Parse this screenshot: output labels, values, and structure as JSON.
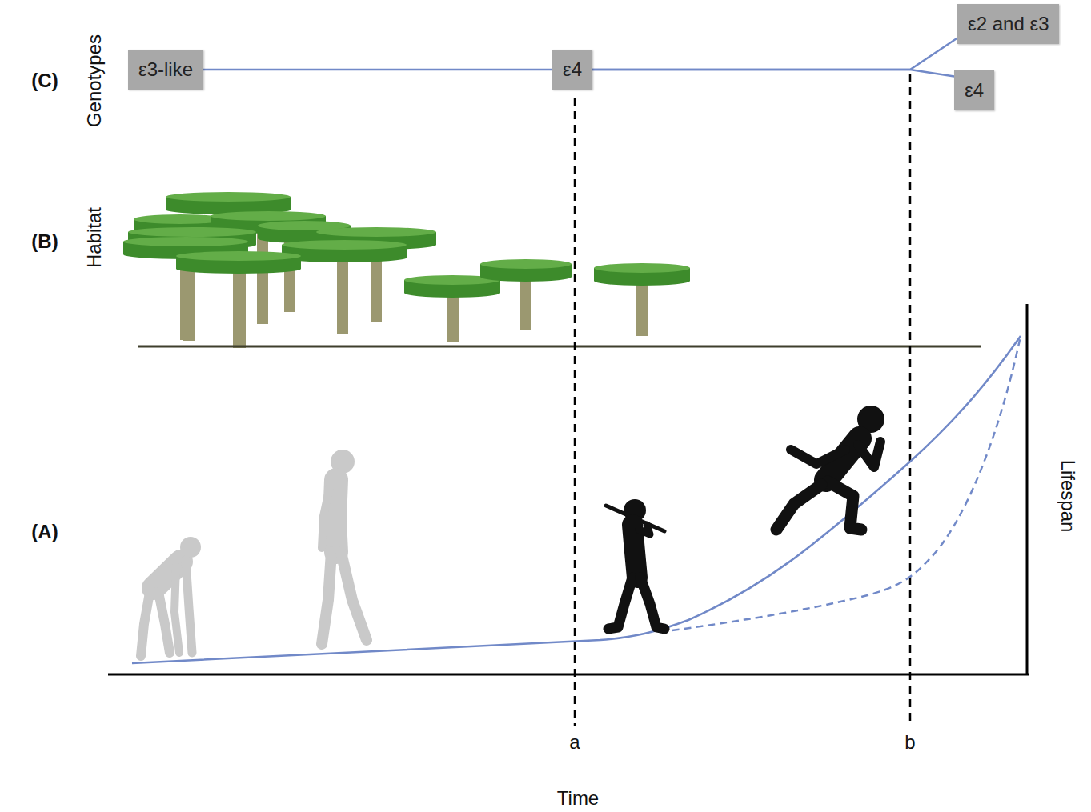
{
  "diagram": {
    "nodes": [
      {
        "text": [
          "ε3-like"
        ]
      },
      {
        "text": [
          "ε4"
        ]
      },
      {
        "text": [
          "ε2 and ε3"
        ]
      },
      {
        "text": [
          "ε4"
        ]
      }
    ],
    "edges": [
      {
        "from": 0,
        "to": 1,
        "arrow": "none"
      },
      {
        "from": 1,
        "to": 2,
        "arrow": "none"
      },
      {
        "from": 1,
        "to": 3,
        "arrow": "none"
      }
    ],
    "labels": [
      "(C)",
      "Genotypes",
      "(B)",
      "Habitat",
      "(A)",
      "Lifespan",
      "a",
      "b",
      "Time"
    ]
  }
}
